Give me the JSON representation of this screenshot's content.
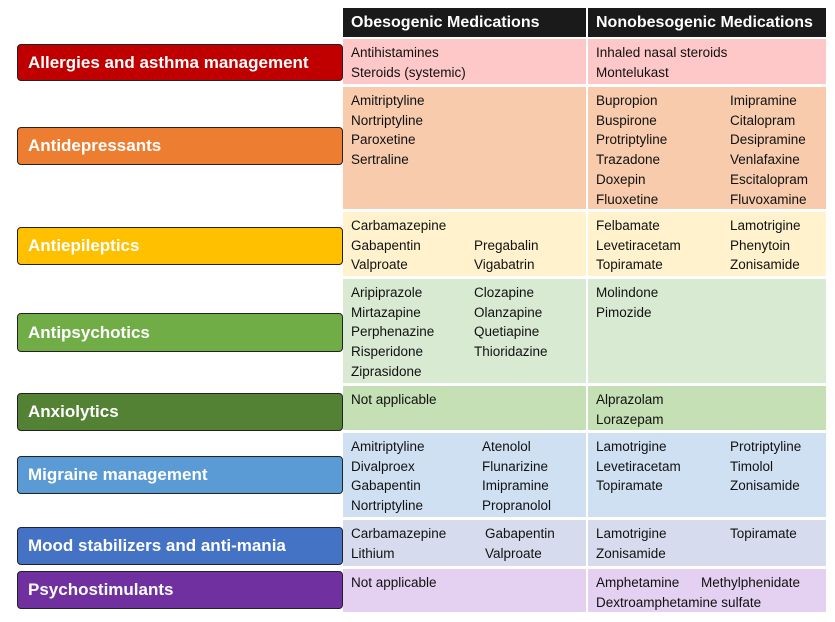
{
  "headers": {
    "obesogenic": "Obesogenic Medications",
    "nonobesogenic": "Nonobesogenic Medications"
  },
  "rows": [
    {
      "label": "Allergies and asthma management",
      "label_color": "#c00000",
      "cell_color": "#ffc8c8",
      "obesogenic": [
        [
          "Antihistamines",
          "Steroids (systemic)"
        ]
      ],
      "nonobesogenic": [
        [
          "Inhaled nasal steroids",
          "Montelukast"
        ]
      ]
    },
    {
      "label": "Antidepressants",
      "label_color": "#ed7d31",
      "cell_color": "#f8cbad",
      "obesogenic": [
        [
          "Amitriptyline",
          "Nortriptyline",
          "Paroxetine",
          "Sertraline"
        ]
      ],
      "nonobesogenic": [
        [
          "Bupropion",
          "Buspirone",
          "Protriptyline",
          "Trazadone",
          "Doxepin",
          "Fluoxetine"
        ],
        [
          "Imipramine",
          "Citalopram",
          "Desipramine",
          "Venlafaxine",
          "Escitalopram",
          "Fluvoxamine"
        ]
      ]
    },
    {
      "label": "Antiepileptics",
      "label_color": "#ffc000",
      "cell_color": "#fff2cc",
      "obesogenic": [
        [
          "Carbamazepine",
          "Gabapentin",
          "Valproate"
        ],
        [
          "",
          "Pregabalin",
          "Vigabatrin"
        ]
      ],
      "nonobesogenic": [
        [
          "Felbamate",
          "Levetiracetam",
          "Topiramate"
        ],
        [
          "Lamotrigine",
          "Phenytoin",
          "Zonisamide"
        ]
      ]
    },
    {
      "label": "Antipsychotics",
      "label_color": "#70ad47",
      "cell_color": "#d9ead3",
      "obesogenic": [
        [
          "Aripiprazole",
          "Mirtazapine",
          "Perphenazine",
          "Risperidone",
          "Ziprasidone"
        ],
        [
          "Clozapine",
          "Olanzapine",
          "Quetiapine",
          "Thioridazine"
        ]
      ],
      "nonobesogenic": [
        [
          "Molindone",
          "Pimozide"
        ]
      ]
    },
    {
      "label": "Anxiolytics",
      "label_color": "#548235",
      "cell_color": "#c5e0b4",
      "obesogenic": [
        [
          "Not applicable"
        ]
      ],
      "nonobesogenic": [
        [
          "Alprazolam",
          "Lorazepam"
        ]
      ]
    },
    {
      "label": "Migraine management",
      "label_color": "#5b9bd5",
      "cell_color": "#cfe0f3",
      "obesogenic": [
        [
          "Amitriptyline",
          "Divalproex",
          "Gabapentin",
          "Nortriptyline"
        ],
        [
          "Atenolol",
          "Flunarizine",
          "Imipramine",
          "Propranolol"
        ]
      ],
      "nonobesogenic": [
        [
          "Lamotrigine",
          "Levetiracetam",
          "Topiramate"
        ],
        [
          "Protriptyline",
          "Timolol",
          "Zonisamide"
        ]
      ]
    },
    {
      "label": "Mood stabilizers and anti-mania",
      "label_color": "#4472c4",
      "cell_color": "#d6dcee",
      "obesogenic": [
        [
          "Carbamazepine",
          "Lithium"
        ],
        [
          "Gabapentin",
          "Valproate"
        ]
      ],
      "nonobesogenic": [
        [
          "Lamotrigine",
          "Zonisamide"
        ],
        [
          "Topiramate",
          ""
        ]
      ]
    },
    {
      "label": "Psychostimulants",
      "label_color": "#7030a0",
      "cell_color": "#e4d0f0",
      "obesogenic": [
        [
          "Not applicable"
        ]
      ],
      "nonobesogenic": [
        [
          "Amphetamine",
          "Dextroamphetamine sulfate"
        ],
        [
          "Methylphenidate",
          ""
        ]
      ]
    }
  ]
}
